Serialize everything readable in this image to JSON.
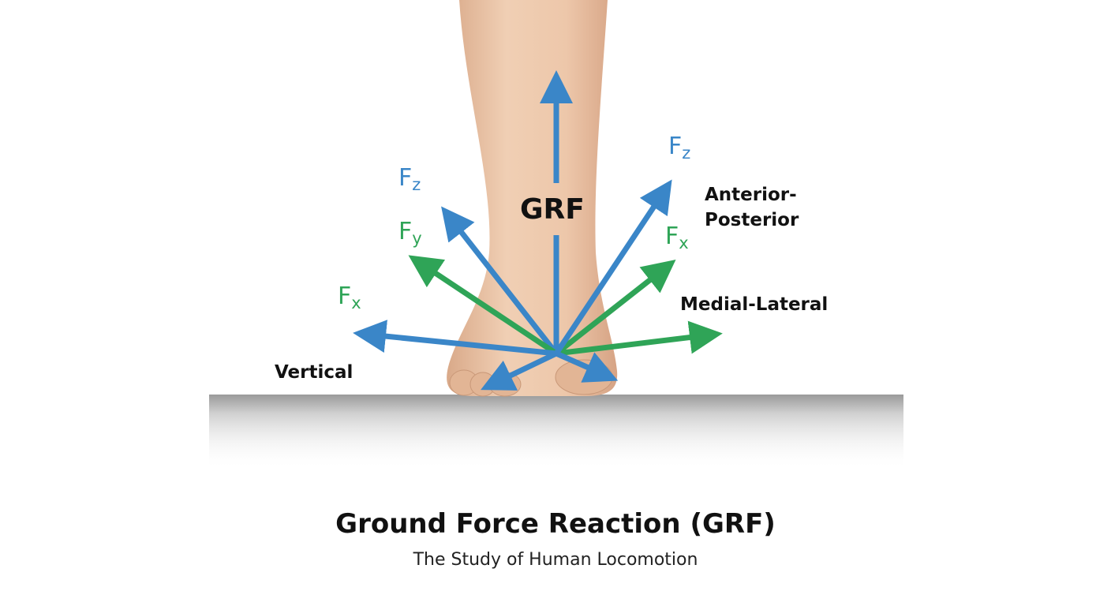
{
  "diagram": {
    "center_label": "GRF",
    "left_labels": {
      "fz": {
        "main": "F",
        "sub": "z"
      },
      "fy": {
        "main": "F",
        "sub": "y"
      },
      "fx": {
        "main": "F",
        "sub": "x"
      }
    },
    "right_labels": {
      "fz": {
        "main": "F",
        "sub": "z"
      },
      "fx": {
        "main": "F",
        "sub": "x"
      }
    },
    "axis_labels": {
      "vertical": "Vertical",
      "anterior_posterior_1": "Anterior-",
      "anterior_posterior_2": "Posterior",
      "medial_lateral": "Medial-Lateral"
    },
    "colors": {
      "blue": "#3a86c8",
      "green": "#2fa457",
      "skin": "#e9c3a4"
    }
  },
  "title": "Ground Force Reaction (GRF)",
  "subtitle": "The Study of Human Locomotion"
}
